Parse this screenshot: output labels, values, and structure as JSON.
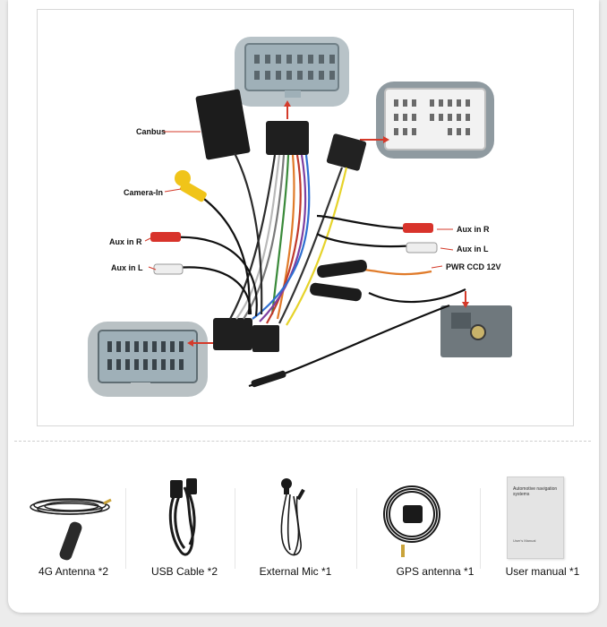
{
  "diagram": {
    "labels": {
      "canbus": "Canbus",
      "camera_in": "Camera-In",
      "aux_in_r_left": "Aux in R",
      "aux_in_l_left": "Aux in L",
      "aux_in_r_right": "Aux in R",
      "aux_in_l_right": "Aux in L",
      "pwr_ccd": "PWR CCD 12V"
    }
  },
  "accessories": [
    {
      "label": "4G Antenna *2",
      "icon": "antenna-icon"
    },
    {
      "label": "USB Cable *2",
      "icon": "usb-cable-icon"
    },
    {
      "label": "External Mic *1",
      "icon": "microphone-icon"
    },
    {
      "label": "GPS antenna *1",
      "icon": "gps-antenna-icon"
    },
    {
      "label": "User manual *1",
      "icon": "manual-icon"
    }
  ],
  "manual": {
    "title": "Automotive navigation systems",
    "subtitle": "User's Manual"
  },
  "colors": {
    "connector_gray": "#a9b7bd",
    "connector_blue_gray": "#9fb0b8",
    "arrow_red": "#d43a2a",
    "plug_yellow": "#f0c419",
    "plug_red": "#d8332b",
    "plug_white": "#eeeeee",
    "block_black": "#1c1c1c"
  }
}
